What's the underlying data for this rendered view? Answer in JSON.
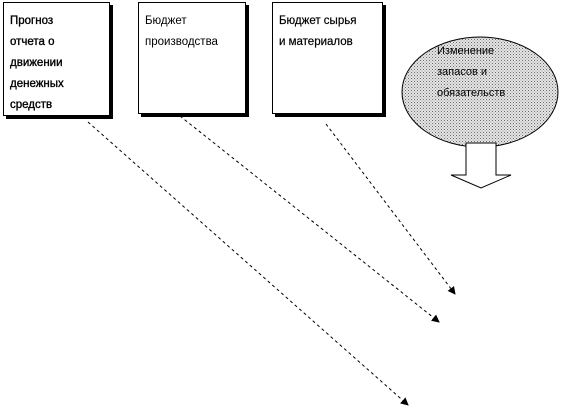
{
  "boxes": [
    {
      "label": "Прогноз\nотчета о\nдвижении\nденежных\nсредств"
    },
    {
      "label": "Бюджет\nпроизводства"
    },
    {
      "label": "Бюджет сырья\nи материалов"
    }
  ],
  "oval": {
    "label": "Изменение\nзапасов и\nобязательств"
  },
  "colors": {
    "line": "#000000",
    "oval_fill": "#c8c8c8",
    "background": "#ffffff"
  }
}
